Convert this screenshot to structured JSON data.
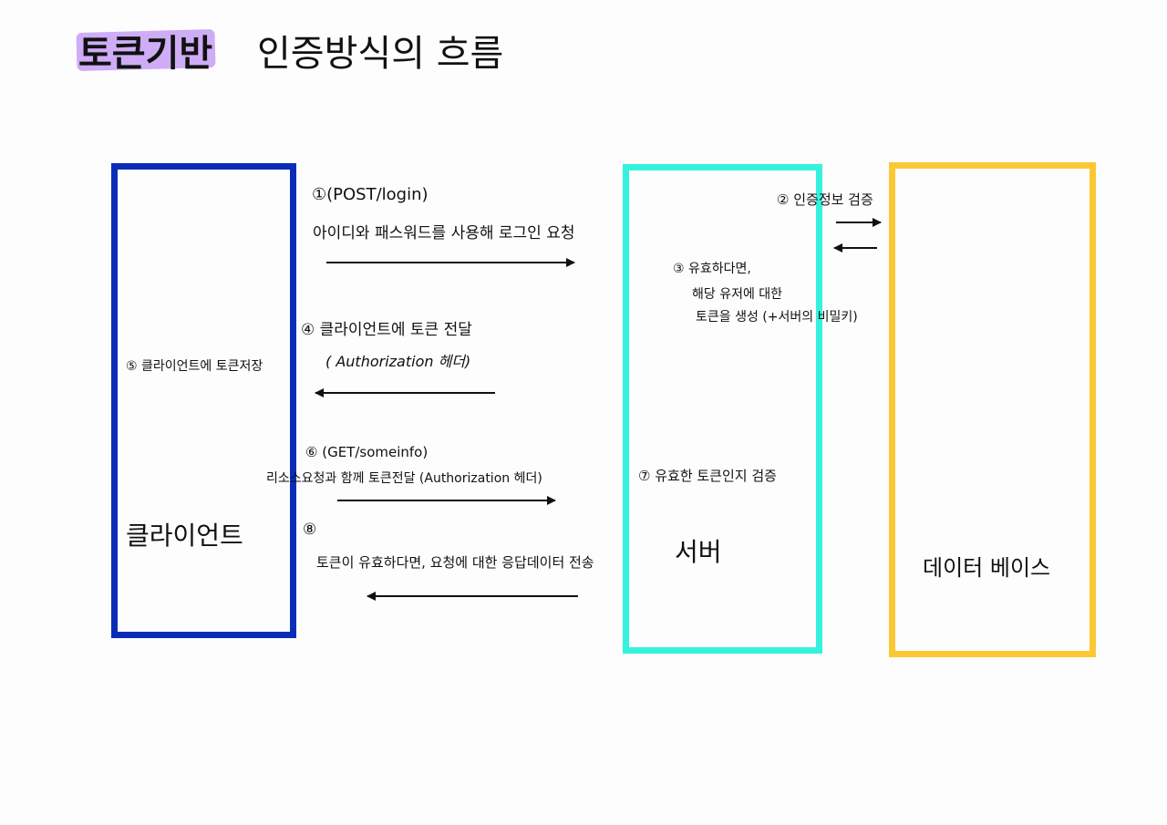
{
  "title": {
    "highlight": "토큰기반",
    "rest": "인증방식의 흐름"
  },
  "entities": {
    "client": "클라이언트",
    "server": "서버",
    "database": "데이터 베이스"
  },
  "steps": {
    "s1_line1": "①(POST/login)",
    "s1_line2": "아이디와 패스워드를 사용해 로그인 요청",
    "s2": "② 인증정보 검증",
    "s3_line1": "③ 유효하다면,",
    "s3_line2": "해당 유저에 대한",
    "s3_line3": "토큰을 생성 (+서버의 비밀키)",
    "s4_line1": "④ 클라이언트에 토큰 전달",
    "s4_line2": "( Authorization 헤더)",
    "s5": "⑤ 클라이언트에 토큰저장",
    "s6_line1": "⑥ (GET/someinfo)",
    "s6_line2": "리소스요청과 함께 토큰전달 (Authorization 헤더)",
    "s7": "⑦ 유효한 토큰인지 검증",
    "s8_line1": "⑧",
    "s8_line2": "토큰이 유효하다면, 요청에 대한 응답데이터 전송"
  },
  "colors": {
    "client_border": "#0a2db8",
    "server_border": "#35f2de",
    "database_border": "#fbc834",
    "title_highlight": "#c9a3f5"
  }
}
